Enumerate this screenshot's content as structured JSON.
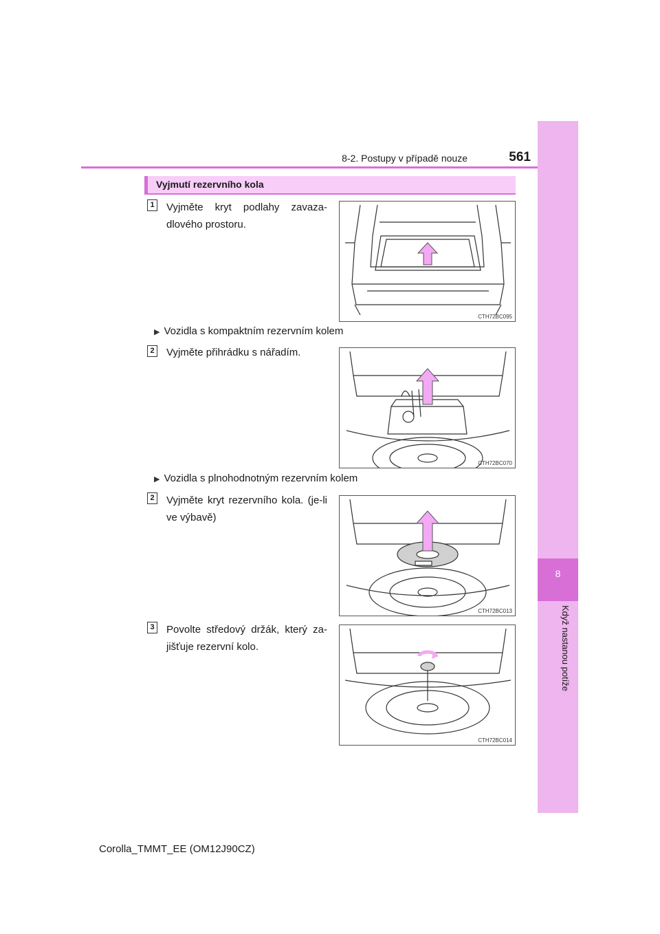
{
  "header": {
    "section": "8-2. Postupy v případě nouze",
    "page_number": "561"
  },
  "side_tab": {
    "chapter_number": "8",
    "chapter_title": "Když nastanou potíže"
  },
  "section_title": "Vyjmutí rezervního kola",
  "steps": [
    {
      "num": "1",
      "text": "Vyjměte kryt podlahy zavaza-dlového prostoru.",
      "figure_code": "CTH72BC095"
    },
    {
      "num": "2",
      "text": "Vyjměte přihrádku s nářadím.",
      "figure_code": "CTH72BC070"
    },
    {
      "num": "2",
      "text": "Vyjměte kryt rezervního kola. (je-li ve výbavě)",
      "figure_code": "CTH72BC013"
    },
    {
      "num": "3",
      "text": "Povolte středový držák, který za-jišťuje rezervní kolo.",
      "figure_code": "CTH72BC014"
    }
  ],
  "bullets": [
    "Vozidla s kompaktním rezervním kolem",
    "Vozidla s plnohodnotným rezervním kolem"
  ],
  "footer": "Corolla_TMMT_EE (OM12J90CZ)",
  "colors": {
    "accent": "#d76fd7",
    "tab": "#eeb5ee",
    "heading_bg": "#f8cdf8",
    "arrow": "#f3a9f3"
  }
}
